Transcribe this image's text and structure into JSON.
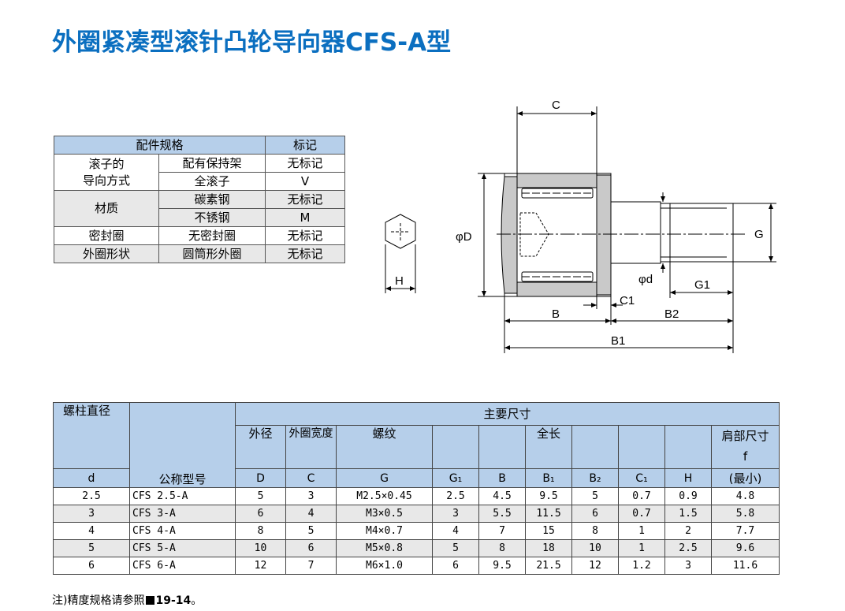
{
  "title": "外圈紧凑型滚针凸轮导向器CFS-A型",
  "spec_table": {
    "header": {
      "spec": "配件规格",
      "mark": "标记"
    },
    "rows": [
      {
        "group": "滚子的\n导向方式",
        "items": [
          {
            "name": "配有保持架",
            "mark": "无标记"
          },
          {
            "name": "全滚子",
            "mark": "V"
          }
        ]
      },
      {
        "group": "材质",
        "items": [
          {
            "name": "碳素钢",
            "mark": "无标记"
          },
          {
            "name": "不锈钢",
            "mark": "M"
          }
        ]
      },
      {
        "group": "密封圈",
        "items": [
          {
            "name": "无密封圈",
            "mark": "无标记"
          }
        ]
      },
      {
        "group": "外圈形状",
        "items": [
          {
            "name": "圆筒形外圈",
            "mark": "无标记"
          }
        ]
      }
    ]
  },
  "drawing_labels": {
    "C": "C",
    "D": "φD",
    "G": "G",
    "d": "φd",
    "G1": "G1",
    "C1": "C1",
    "B": "B",
    "B2": "B2",
    "B1": "B1",
    "H": "H"
  },
  "main_table": {
    "h_stud": "螺柱直径",
    "h_main": "主要尺寸",
    "h_model": "公称型号",
    "h_d": "d",
    "cols": [
      {
        "top": "外径",
        "sym": "D"
      },
      {
        "top": "外圈宽度",
        "sym": "C"
      },
      {
        "top": "螺纹",
        "sym": "G"
      },
      {
        "top": "",
        "sym": "G₁"
      },
      {
        "top": "",
        "sym": "B"
      },
      {
        "top": "全长",
        "sym": "B₁"
      },
      {
        "top": "",
        "sym": "B₂"
      },
      {
        "top": "",
        "sym": "C₁"
      },
      {
        "top": "",
        "sym": "H"
      },
      {
        "top": "肩部尺寸",
        "sub": "f",
        "sym": "(最小)"
      }
    ],
    "rows": [
      [
        "2.5",
        "CFS 2.5-A",
        "5",
        "3",
        "M2.5×0.45",
        "2.5",
        "4.5",
        "9.5",
        "5",
        "0.7",
        "0.9",
        "4.8"
      ],
      [
        "3",
        "CFS 3-A",
        "6",
        "4",
        "M3×0.5",
        "3",
        "5.5",
        "11.5",
        "6",
        "0.7",
        "1.5",
        "5.8"
      ],
      [
        "4",
        "CFS 4-A",
        "8",
        "5",
        "M4×0.7",
        "4",
        "7",
        "15",
        "8",
        "1",
        "2",
        "7.7"
      ],
      [
        "5",
        "CFS 5-A",
        "10",
        "6",
        "M5×0.8",
        "5",
        "8",
        "18",
        "10",
        "1",
        "2.5",
        "9.6"
      ],
      [
        "6",
        "CFS 6-A",
        "12",
        "7",
        "M6×1.0",
        "6",
        "9.5",
        "21.5",
        "12",
        "1.2",
        "3",
        "11.6"
      ]
    ]
  },
  "note": {
    "text": "注)精度规格请参照",
    "ref": "19-14",
    "end": "。"
  }
}
